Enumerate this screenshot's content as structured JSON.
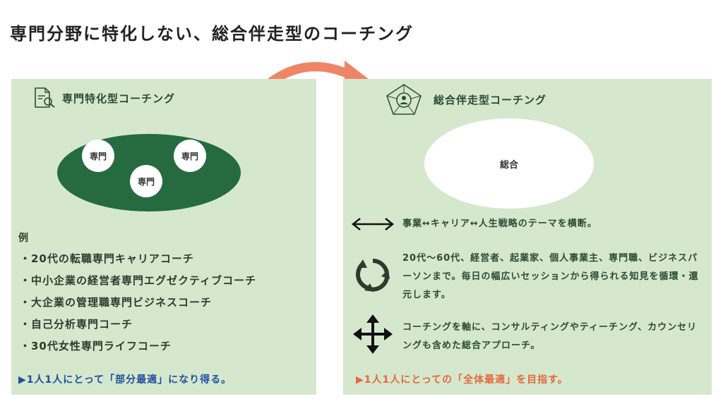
{
  "title": "専門分野に特化しない、総合伴走型のコーチング",
  "colors": {
    "panel_bg": "#d5e8cd",
    "dark_green": "#256b3f",
    "blue": "#1f4fa0",
    "orange": "#e4683e",
    "arrow": "#f08466"
  },
  "left": {
    "heading": "専門特化型コーチング",
    "circles": [
      "専門",
      "専門",
      "専門"
    ],
    "example_label": "例",
    "examples": [
      "・20代の転職専門キャリアコーチ",
      "・中小企業の経営者専門エグゼクティブコーチ",
      "・大企業の管理職専門ビジネスコーチ",
      "・自己分析専門コーチ",
      "・30代女性専門ライフコーチ"
    ],
    "summary": "▶1人1人にとって「部分最適」になり得る。"
  },
  "right": {
    "heading": "総合伴走型コーチング",
    "ellipse_label": "総合",
    "features": [
      {
        "icon": "double-arrow-icon",
        "text": "事業↔キャリア↔人生戦略のテーマを横断。"
      },
      {
        "icon": "cycle-arrows-icon",
        "text": "20代〜60代、経営者、起業家、個人事業主、専門職、ビジネスパーソンまで。毎日の幅広いセッションから得られる知見を循環・還元します。"
      },
      {
        "icon": "four-way-arrows-icon",
        "text": "コーチングを軸に、コンサルティングやティーチング、カウンセリングも含めた総合アプローチ。"
      }
    ],
    "summary": "▶1人1人にとっての「全体最適」を目指す。"
  }
}
